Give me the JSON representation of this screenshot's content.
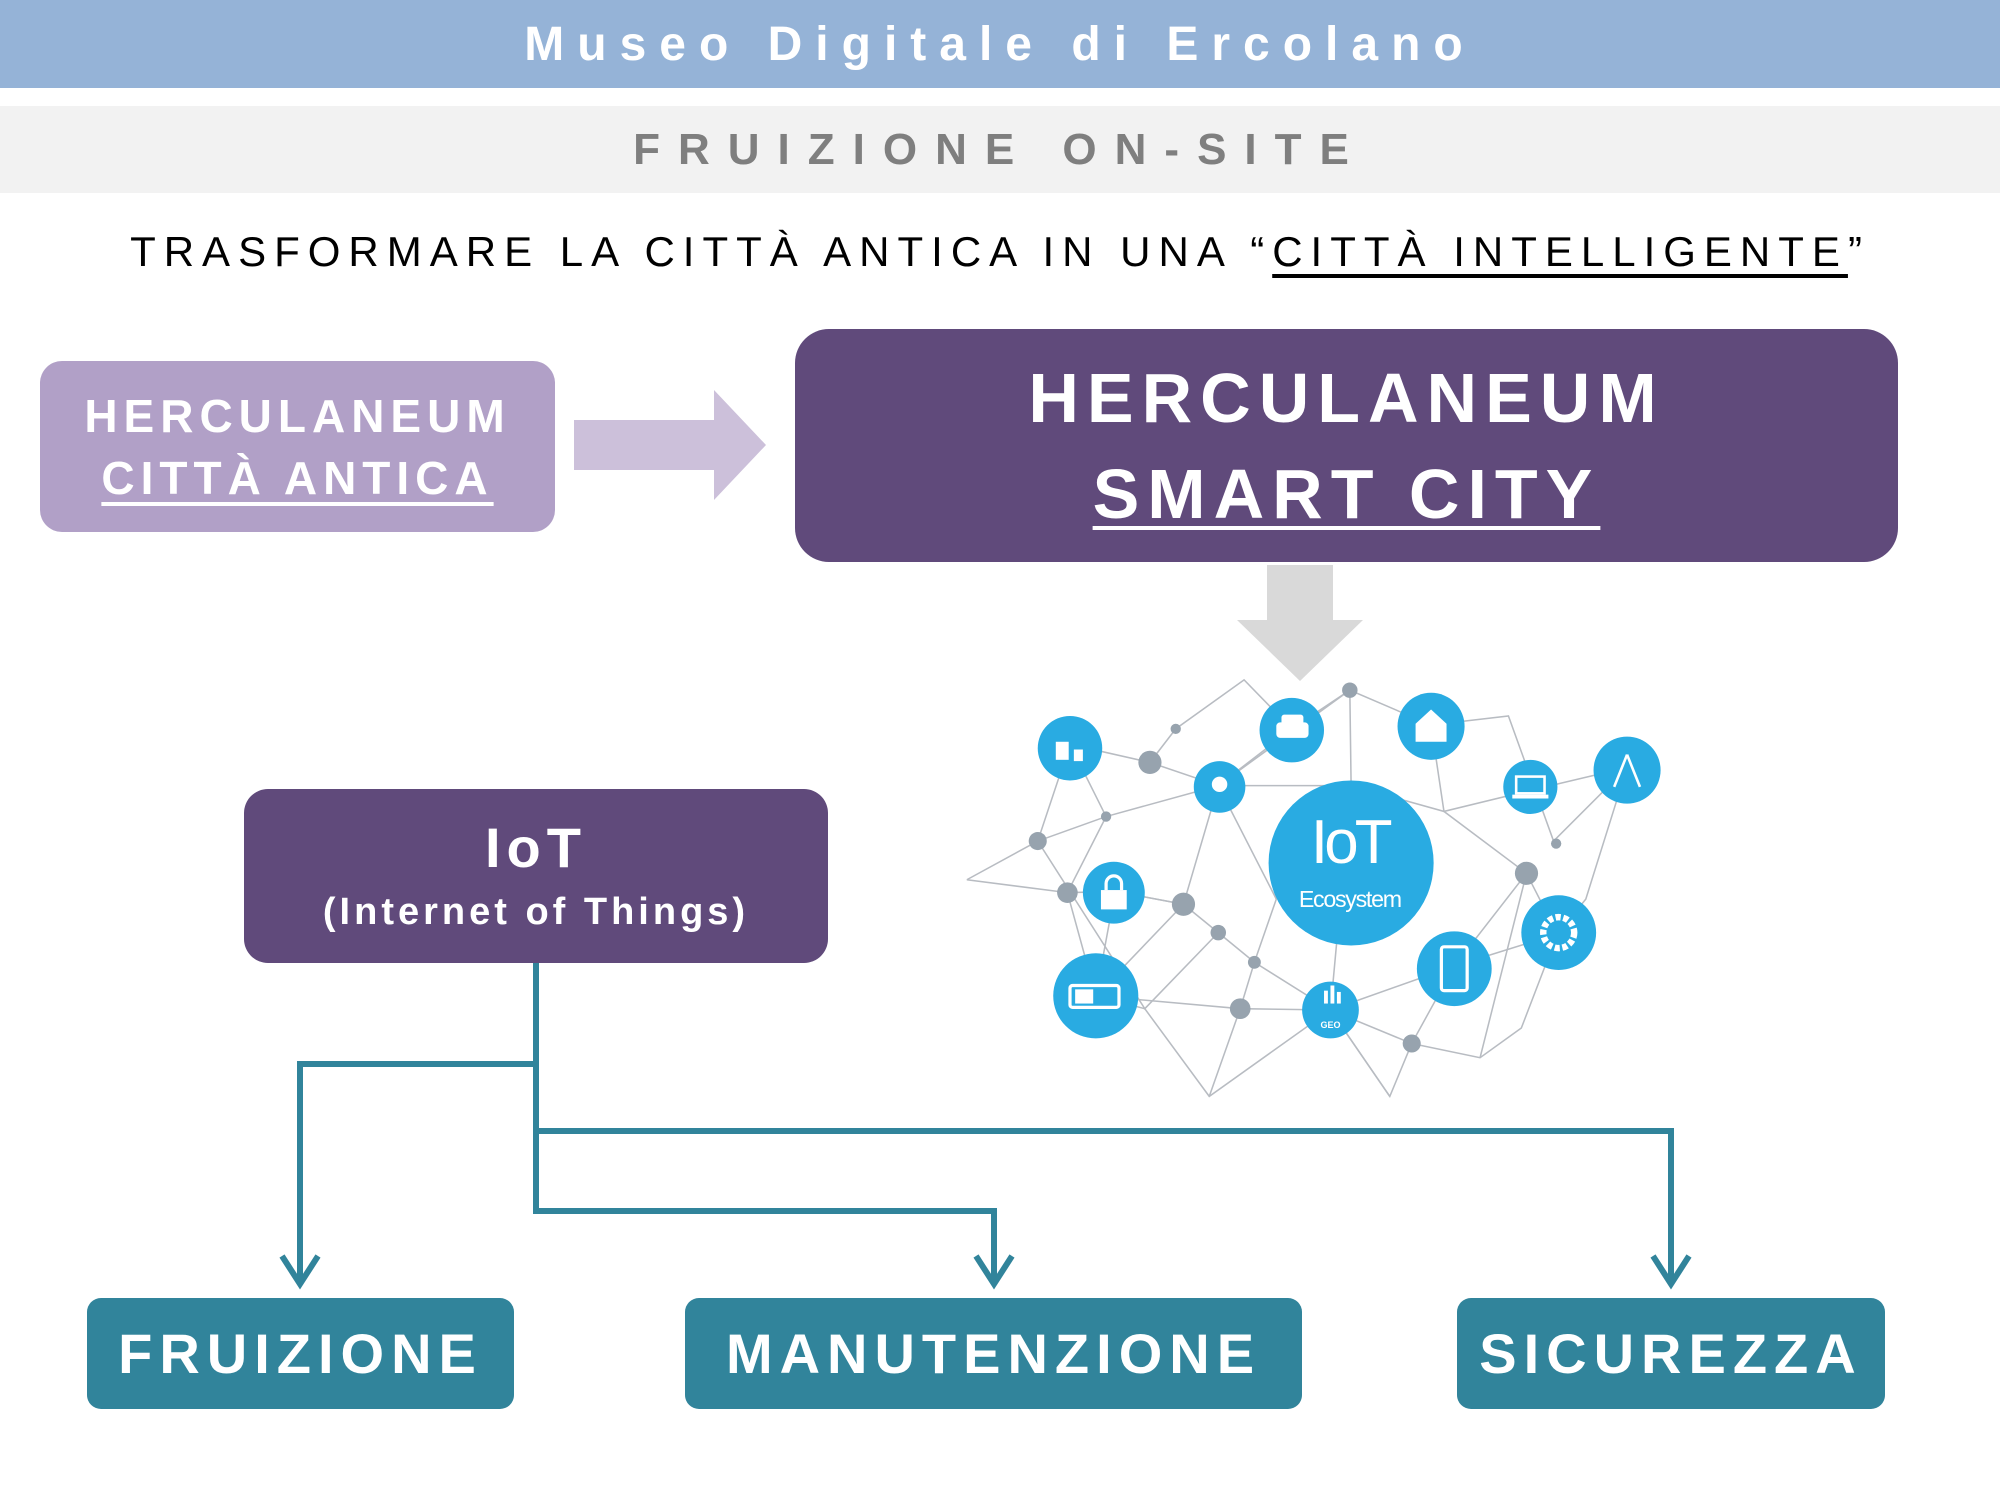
{
  "header": {
    "title": "Museo Digitale di Ercolano"
  },
  "section": {
    "title": "FRUIZIONE ON-SITE"
  },
  "tagline": {
    "prefix": "TRASFORMARE LA CITTÀ ANTICA IN UNA “",
    "highlight": "CITTÀ INTELLIGENTE",
    "suffix": "”"
  },
  "old_city": {
    "line1": "HERCULANEUM",
    "line2": "CITTÀ ANTICA"
  },
  "smart_city": {
    "line1": "HERCULANEUM",
    "line2": "SMART CITY"
  },
  "ecosystem": {
    "big": "IoT",
    "small": "Ecosystem",
    "geo": "GEO"
  },
  "iot": {
    "title": "IoT",
    "subtitle": "(Internet of Things)"
  },
  "branches": [
    "FRUIZIONE",
    "MANUTENZIONE",
    "SICUREZZA"
  ],
  "colors": {
    "header": "#95b3d7",
    "purple": "#604a7b",
    "lilac": "#b1a0c7",
    "teal": "#31849b",
    "iot_blue": "#29abe2"
  }
}
